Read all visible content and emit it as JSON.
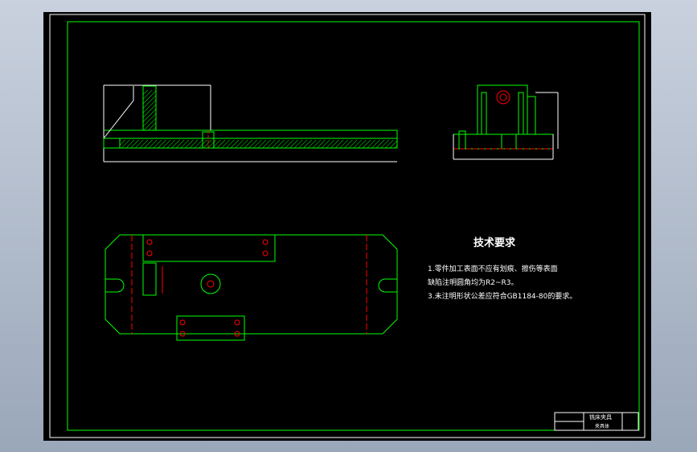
{
  "tech_requirements": {
    "title": "技术要求",
    "line1": "1.零件加工表面不应有划痕、擦伤等表面",
    "line2": "缺陷注明圆角均为R2~R3。",
    "line3": "3.未注明形状公差应符合GB1184-80的要求。"
  },
  "title_block": {
    "name": "铣床夹具",
    "sub_label": "夹具体"
  },
  "colors": {
    "outline": "#00ff00",
    "dimension": "#ffffff",
    "centerline": "#ff0000",
    "background": "#000000"
  }
}
